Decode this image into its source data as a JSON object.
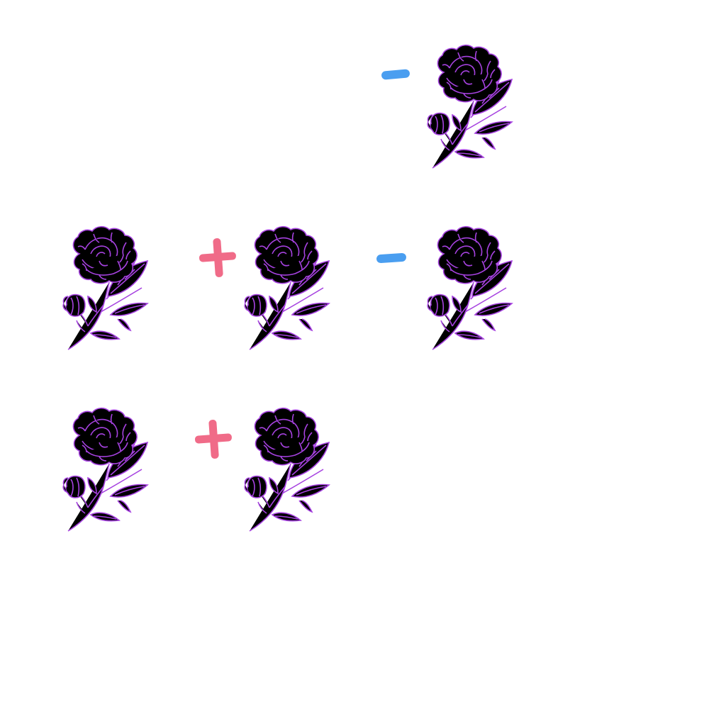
{
  "colors": {
    "background": "#ffffff",
    "flower_outline": "#a642e0",
    "plus_sign": "#f06b88",
    "minus_sign": "#4a9ef0"
  },
  "icons": {
    "flower": "peony-flower-icon",
    "plus": "plus-sign-icon",
    "minus": "minus-sign-icon"
  },
  "rows": [
    {
      "name": "row-1",
      "items": [
        "minus",
        "flower"
      ]
    },
    {
      "name": "row-2",
      "items": [
        "flower",
        "plus",
        "flower",
        "minus",
        "flower"
      ]
    },
    {
      "name": "row-3",
      "items": [
        "flower",
        "plus",
        "flower"
      ]
    }
  ]
}
